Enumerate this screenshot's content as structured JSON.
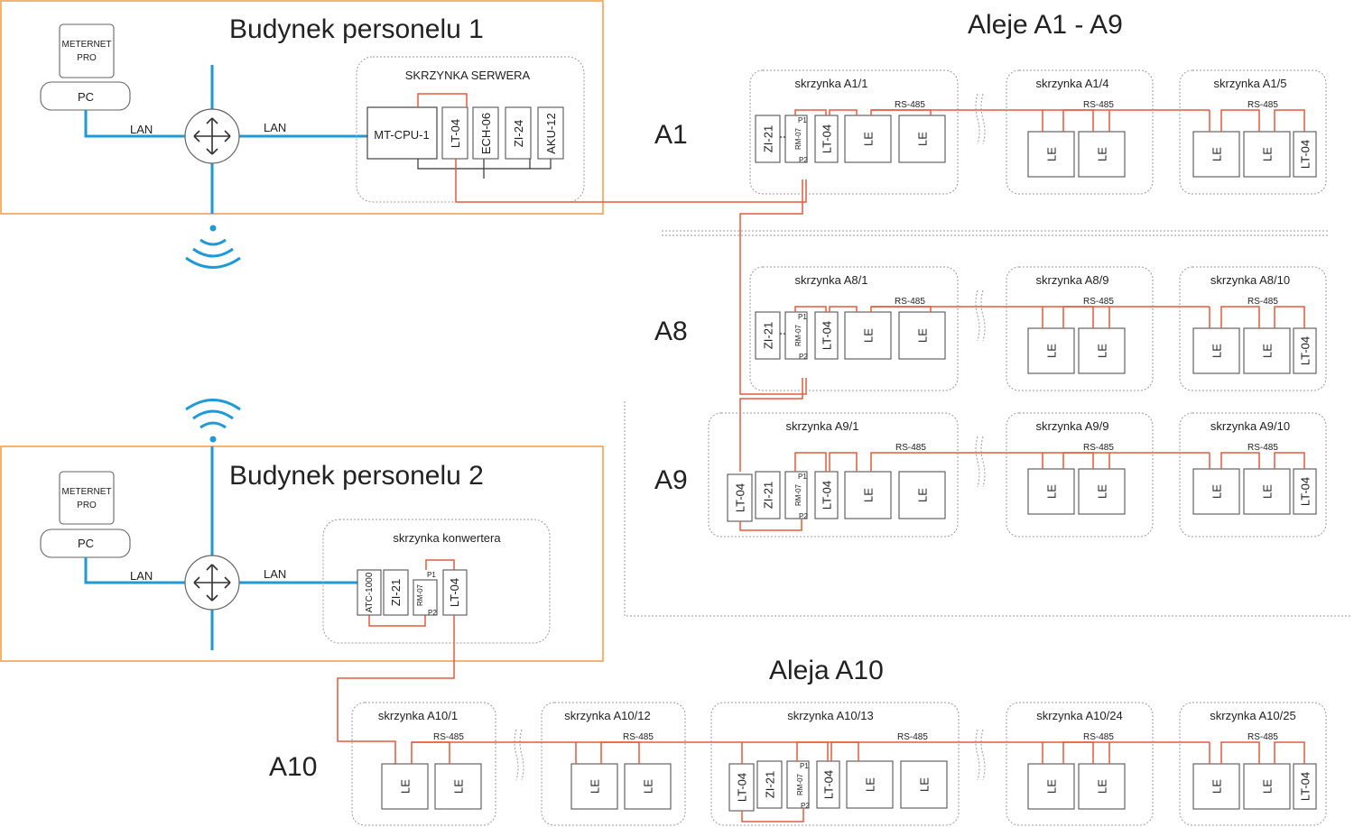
{
  "titles": {
    "building1": "Budynek personelu 1",
    "building2": "Budynek personelu 2",
    "alleys": "Aleje A1 - A9",
    "alley10": "Aleja A10"
  },
  "row_labels": {
    "a1": "A1",
    "a8": "A8",
    "a9": "A9",
    "a10": "A10"
  },
  "lan_label": "LAN",
  "rs485_label": "RS-485",
  "port_labels": {
    "p1": "P1",
    "p2": "P2"
  },
  "meternet": {
    "line1": "METERNET",
    "line2": "PRO"
  },
  "pc_label": "PC",
  "server_box": {
    "title": "SKRZYNKA SERWERA",
    "cpu": "MT-CPU-1",
    "modules": [
      "LT-04",
      "ECH-06",
      "ZI-24",
      "AKU-12"
    ]
  },
  "converter_box": {
    "title": "skrzynka konwertera",
    "atc": "ATC-1000",
    "zi": "ZI-21",
    "rm": "RM-07",
    "lt": "LT-04"
  },
  "device_labels": {
    "le": "LE",
    "lt": "LT-04",
    "zi": "ZI-21",
    "rm": "RM-07"
  },
  "boxes": {
    "a1": [
      "skrzynka A1/1",
      "skrzynka A1/4",
      "skrzynka A1/5"
    ],
    "a8": [
      "skrzynka A8/1",
      "skrzynka A8/9",
      "skrzynka A8/10"
    ],
    "a9": [
      "skrzynka A9/1",
      "skrzynka A9/9",
      "skrzynka A9/10"
    ],
    "a10": [
      "skrzynka A10/1",
      "skrzynka A10/12",
      "skrzynka A10/13",
      "skrzynka A10/24",
      "skrzynka A10/25"
    ]
  },
  "colors": {
    "lan": "#1e9ad6",
    "wire": "#e55a3c",
    "building": "#f5a04f"
  }
}
